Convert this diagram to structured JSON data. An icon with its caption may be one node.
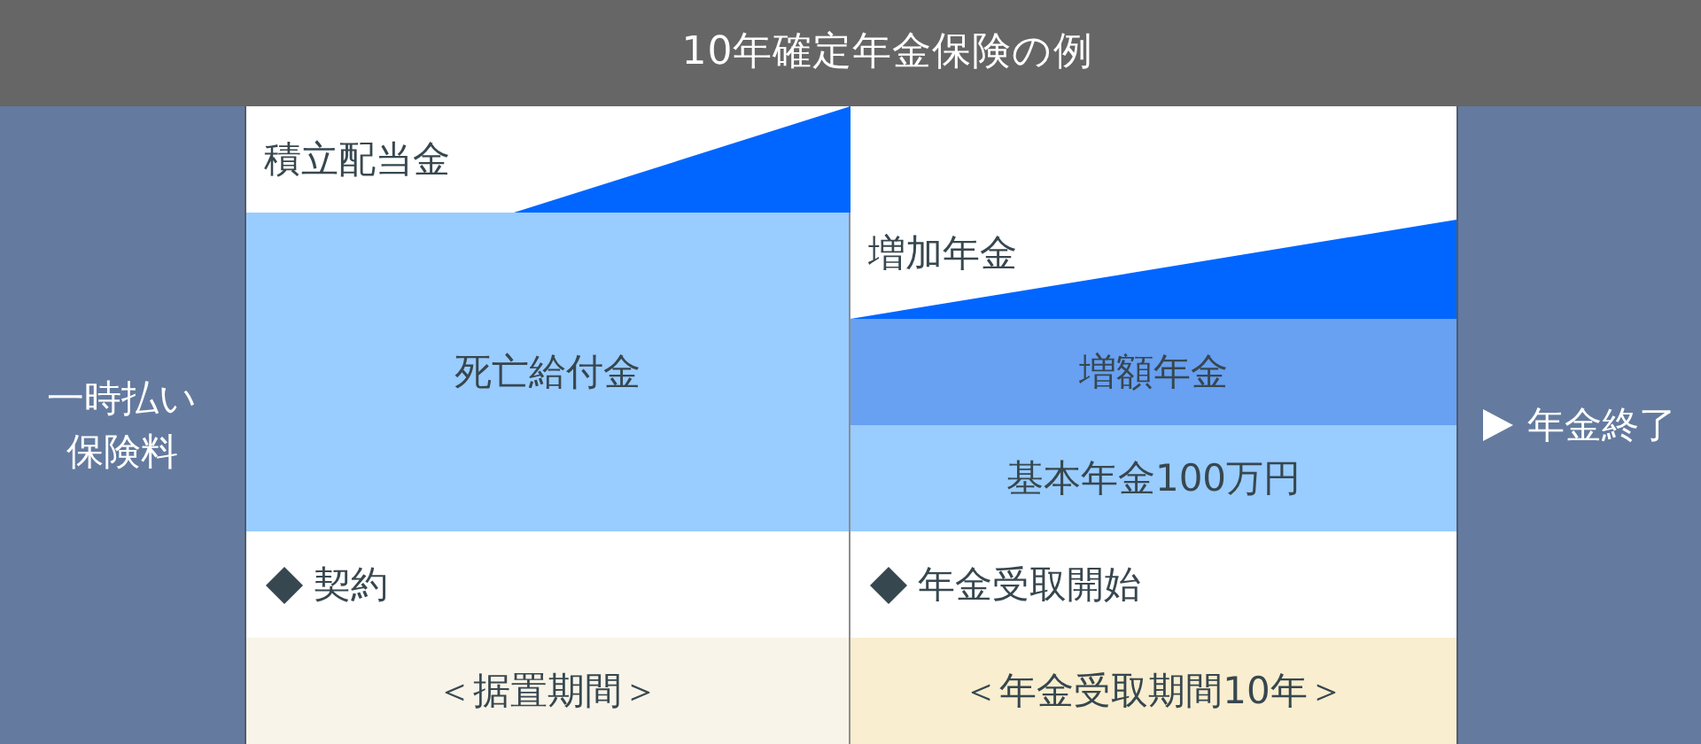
{
  "diagram": {
    "title": "10年確定年金保険の例",
    "nodes": [
      {
        "text": [
          "一時払い保険料"
        ]
      },
      {
        "text": [],
        "shape": "triangle"
      },
      {
        "text": [
          "死亡給付金"
        ]
      },
      {
        "text": [
          "＜据置期間＞"
        ]
      },
      {
        "text": [],
        "shape": "triangle"
      },
      {
        "text": [
          "増額年金"
        ]
      },
      {
        "text": [
          "基本年金100万円"
        ]
      },
      {
        "text": [
          "＜年金受取期間10年＞"
        ]
      },
      {
        "text": [
          "年金終了"
        ]
      }
    ],
    "labels": [
      "積立配当金",
      "増加年金",
      "契約",
      "年金受取開始"
    ]
  }
}
